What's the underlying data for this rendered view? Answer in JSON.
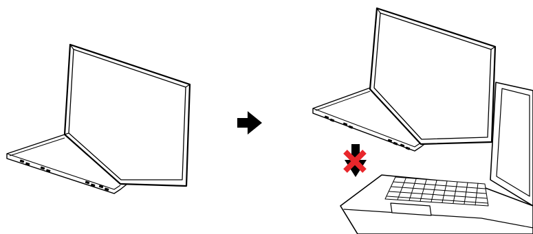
{
  "diagram": {
    "panels": [
      {
        "id": "left",
        "content": "portable-monitor-folded-open"
      },
      {
        "id": "right",
        "content": "portable-monitor-resting-on-laptop"
      }
    ],
    "arrow": {
      "direction": "right"
    },
    "prohibition": {
      "symbol": "x-mark",
      "meaning": "do-not-press-down"
    },
    "colors": {
      "line": "#000000",
      "fill": "#ffffff",
      "x_mark": "#e8262b",
      "arrow": "#000000"
    }
  }
}
